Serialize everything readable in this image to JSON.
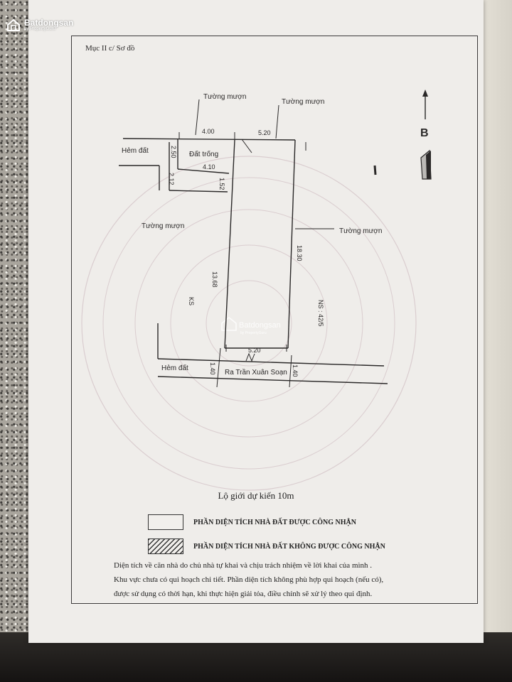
{
  "watermark": {
    "brand": "Batdongsan",
    "sub": "by PropertyGuru"
  },
  "section_title": "Mục II c/ Sơ đồ",
  "plan": {
    "labels": {
      "tuong_muon_1": "Tường mượn",
      "tuong_muon_2": "Tường mượn",
      "tuong_muon_3": "Tường mượn",
      "tuong_muon_4": "Tường mượn",
      "hem_dat_top": "Hẻm đất",
      "hem_dat_bottom": "Hẻm đất",
      "dat_trong": "Đất trống",
      "ra_tran_xuan_soan": "Ra Trần Xuân Soạn",
      "ns": "NS : 42/5",
      "ks": "KS",
      "north": "B"
    },
    "dimensions": {
      "top_left": "4.00",
      "top_right": "5.20",
      "inner": "4.10",
      "left_upper": "2.50",
      "left_lower": "2.12",
      "small": "1.52",
      "long_left": "13.68",
      "long_right": "18.30",
      "bottom": "5.20",
      "road_left": "1.40",
      "road_right": "1.40"
    }
  },
  "lo_gioi": "Lộ giới dự kiến 10m",
  "legend": [
    {
      "label": "PHẦN DIỆN TÍCH NHÀ ĐẤT ĐƯỢC CÔNG NHẬN"
    },
    {
      "label": "PHẦN DIỆN TÍCH NHÀ ĐẤT KHÔNG ĐƯỢC CÔNG NHẬN"
    }
  ],
  "notes": [
    "Diện tích về căn nhà do chủ nhà tự khai và chịu trách nhiệm về lời khai của mình .",
    "Khu vực chưa có qui hoạch chi tiết. Phần diện tích không phù hợp qui hoạch (nếu có),",
    "được sử dụng có thời hạn, khi thực hiện giải tỏa, điều chỉnh sẽ xử lý theo qui định."
  ],
  "colors": {
    "paper": "#efedea",
    "ink": "#2a2828",
    "seal": "#c9b3ba"
  }
}
